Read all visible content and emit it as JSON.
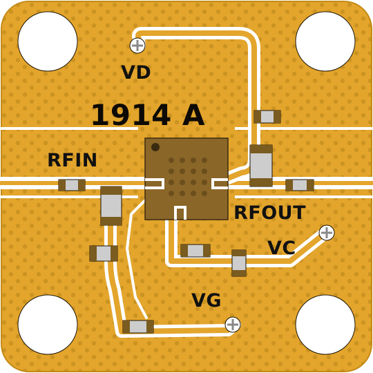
{
  "board": {
    "substrate_color": "#e3a52c",
    "trace_color": "#ffffff",
    "via_color": "#b88418",
    "chip_color": "#8a6628",
    "component_body_color": "#cdcdcd",
    "component_end_color": "#7a5b20"
  },
  "labels": {
    "part_number": "1914 A",
    "vd": "VD",
    "rfin": "RFIN",
    "rfout": "RFOUT",
    "vc": "VC",
    "vg": "VG"
  },
  "icons": {
    "mounting_holes": "mounting-hole-icon",
    "pads": "solder-pad-icon"
  }
}
